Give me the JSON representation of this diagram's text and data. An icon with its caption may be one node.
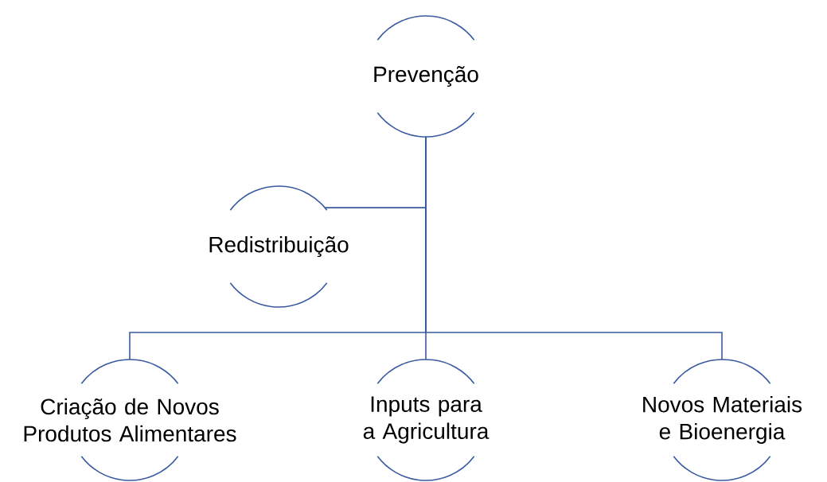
{
  "diagram": {
    "nodes": [
      {
        "text": [
          "Prevenção"
        ]
      },
      {
        "text": [
          "Redistribuição"
        ]
      },
      {
        "text": [
          "Criação de Novos Produtos Alimentares"
        ]
      },
      {
        "text": [
          "Inputs para a Agricultura"
        ]
      },
      {
        "text": [
          "Novos Materiais e Bioenergia"
        ]
      }
    ],
    "edges": [
      {
        "from": 0,
        "to": 1,
        "arrow": "none"
      },
      {
        "from": 0,
        "to": 2,
        "arrow": "none"
      },
      {
        "from": 0,
        "to": 3,
        "arrow": "none"
      },
      {
        "from": 0,
        "to": 4,
        "arrow": "none"
      }
    ]
  }
}
